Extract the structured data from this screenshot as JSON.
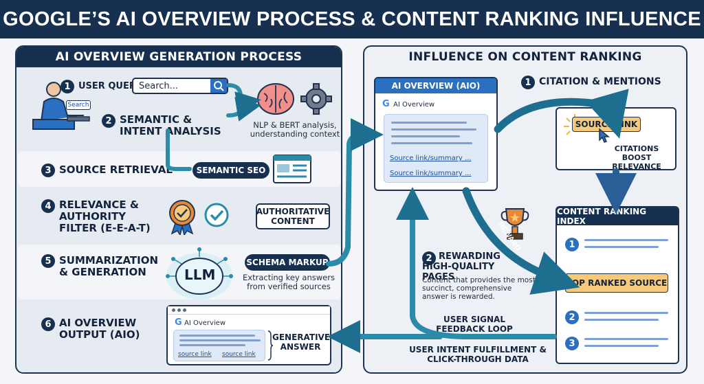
{
  "title": "GOOGLE’S AI OVERVIEW PROCESS & CONTENT RANKING INFLUENCE",
  "left": {
    "heading": "AI OVERVIEW GENERATION PROCESS",
    "search_pill": "Search",
    "search_placeholder": "Search...",
    "steps": [
      {
        "num": "1",
        "label": "USER QUERY"
      },
      {
        "num": "2",
        "label": "SEMANTIC & INTENT ANALYSIS"
      },
      {
        "num": "3",
        "label": "SOURCE RETRIEVAL"
      },
      {
        "num": "4",
        "label": "RELEVANCE & AUTHORITY FILTER (E-E-A-T)"
      },
      {
        "num": "5",
        "label": "SUMMARIZATION & GENERATION"
      },
      {
        "num": "6",
        "label": "AI OVERVIEW OUTPUT (AIO)"
      }
    ],
    "nlp_note": "NLP & BERT analysis, understanding context",
    "semantic_seo": "SEMANTIC SEO",
    "authoritative": "AUTHORITATIVE CONTENT",
    "llm": "LLM",
    "schema_markup": "SCHEMA MARKUP",
    "extract_note": "Extracting key answers from verified sources",
    "output_card": {
      "header": "AI Overview",
      "link1": "source link",
      "link2": "source link"
    },
    "generative": "GENERATIVE ANSWER"
  },
  "right": {
    "heading": "INFLUENCE ON CONTENT RANKING",
    "aio_card": {
      "title": "AI OVERVIEW (AIO)",
      "header": "AI Overview",
      "link1": "Source link/summary ...",
      "link2": "Source link/summary ..."
    },
    "citation": {
      "num": "1",
      "label": "CITATION & MENTIONS"
    },
    "source_link": "SOURCE LINK",
    "citations_boost": "CITATIONS BOOST RELEVANCE",
    "reward": "REWARD",
    "ranking_index": {
      "title": "CONTENT RANKING INDEX",
      "items": [
        "1",
        "2",
        "3"
      ],
      "top": "TOP RANKED SOURCE"
    },
    "rewarding": {
      "num": "2",
      "label": "REWARDING HIGH-QUALITY PAGES",
      "note": "Content that provides the most succinct, comprehensive answer is rewarded."
    },
    "feedback": "USER SIGNAL FEEDBACK LOOP",
    "intent": "USER INTENT FULFILLMENT & CLICK-THROUGH DATA"
  },
  "colors": {
    "navy": "#17304f",
    "accent_blue": "#2a6fc0",
    "teal": "#2b8ba8",
    "top_source": "#f7c97a",
    "icon_orange": "#e8893a"
  }
}
